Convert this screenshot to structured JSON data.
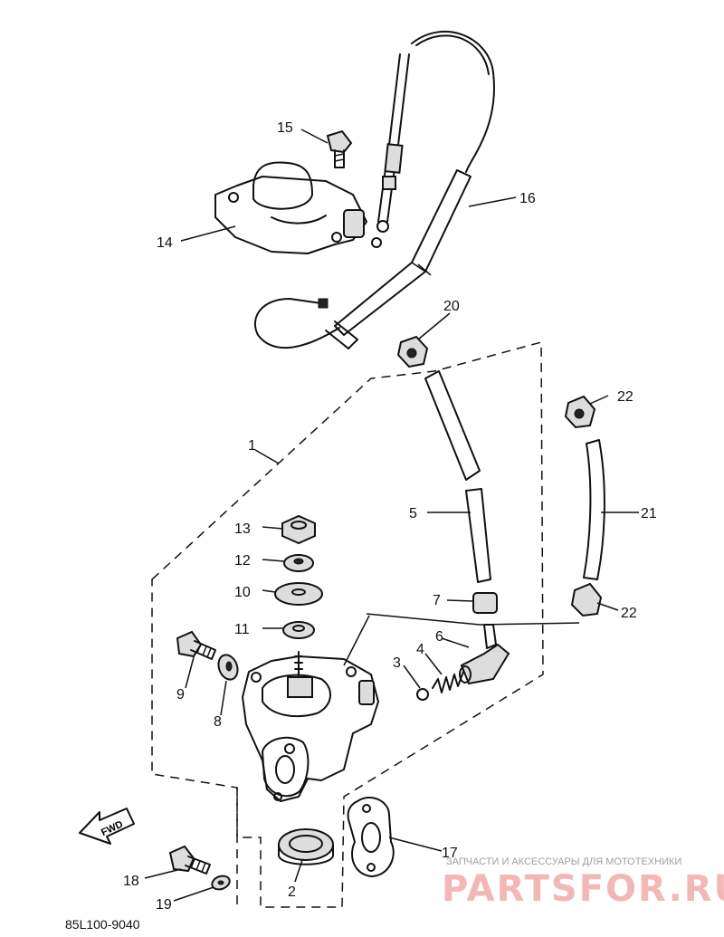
{
  "diagram": {
    "drawing_code": "85L100-9040",
    "front_arrow_text": "FWD",
    "parts": [
      {
        "id": "p1",
        "label": "1"
      },
      {
        "id": "p2",
        "label": "2"
      },
      {
        "id": "p3",
        "label": "3"
      },
      {
        "id": "p4",
        "label": "4"
      },
      {
        "id": "p5",
        "label": "5"
      },
      {
        "id": "p6",
        "label": "6"
      },
      {
        "id": "p7",
        "label": "7"
      },
      {
        "id": "p8",
        "label": "8"
      },
      {
        "id": "p9",
        "label": "9"
      },
      {
        "id": "p10",
        "label": "10"
      },
      {
        "id": "p11",
        "label": "11"
      },
      {
        "id": "p12",
        "label": "12"
      },
      {
        "id": "p13",
        "label": "13"
      },
      {
        "id": "p14",
        "label": "14"
      },
      {
        "id": "p15",
        "label": "15"
      },
      {
        "id": "p16",
        "label": "16"
      },
      {
        "id": "p17",
        "label": "17"
      },
      {
        "id": "p18",
        "label": "18"
      },
      {
        "id": "p19",
        "label": "19"
      },
      {
        "id": "p20",
        "label": "20"
      },
      {
        "id": "p21",
        "label": "21"
      },
      {
        "id": "p22a",
        "label": "22"
      },
      {
        "id": "p22b",
        "label": "22"
      }
    ]
  },
  "watermark": {
    "tagline": "ЗАПЧАСТИ И АКСЕССУАРЫ ДЛЯ МОТОТЕХНИКИ",
    "brand": "PARTSFOR.RU",
    "brand_color": "#f3b7b7"
  }
}
